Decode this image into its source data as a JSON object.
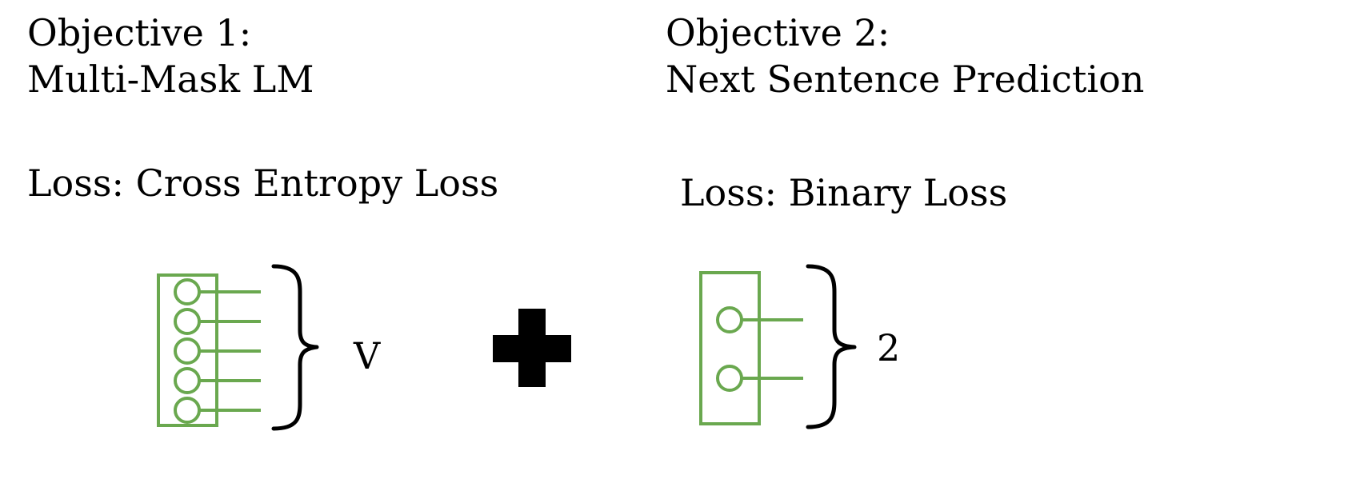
{
  "objective1": {
    "line1": "Objective 1:",
    "line2": "Multi-Mask LM",
    "loss": "Loss: Cross Entropy Loss",
    "size_label": "V",
    "unit_count": 5
  },
  "objective2": {
    "line1": "Objective 2:",
    "line2": "Next Sentence Prediction",
    "loss": "Loss: Binary Loss",
    "size_label": "2",
    "unit_count": 2
  },
  "colors": {
    "unit": "#6aa84f",
    "brace": "#000000",
    "plus": "#000000"
  }
}
